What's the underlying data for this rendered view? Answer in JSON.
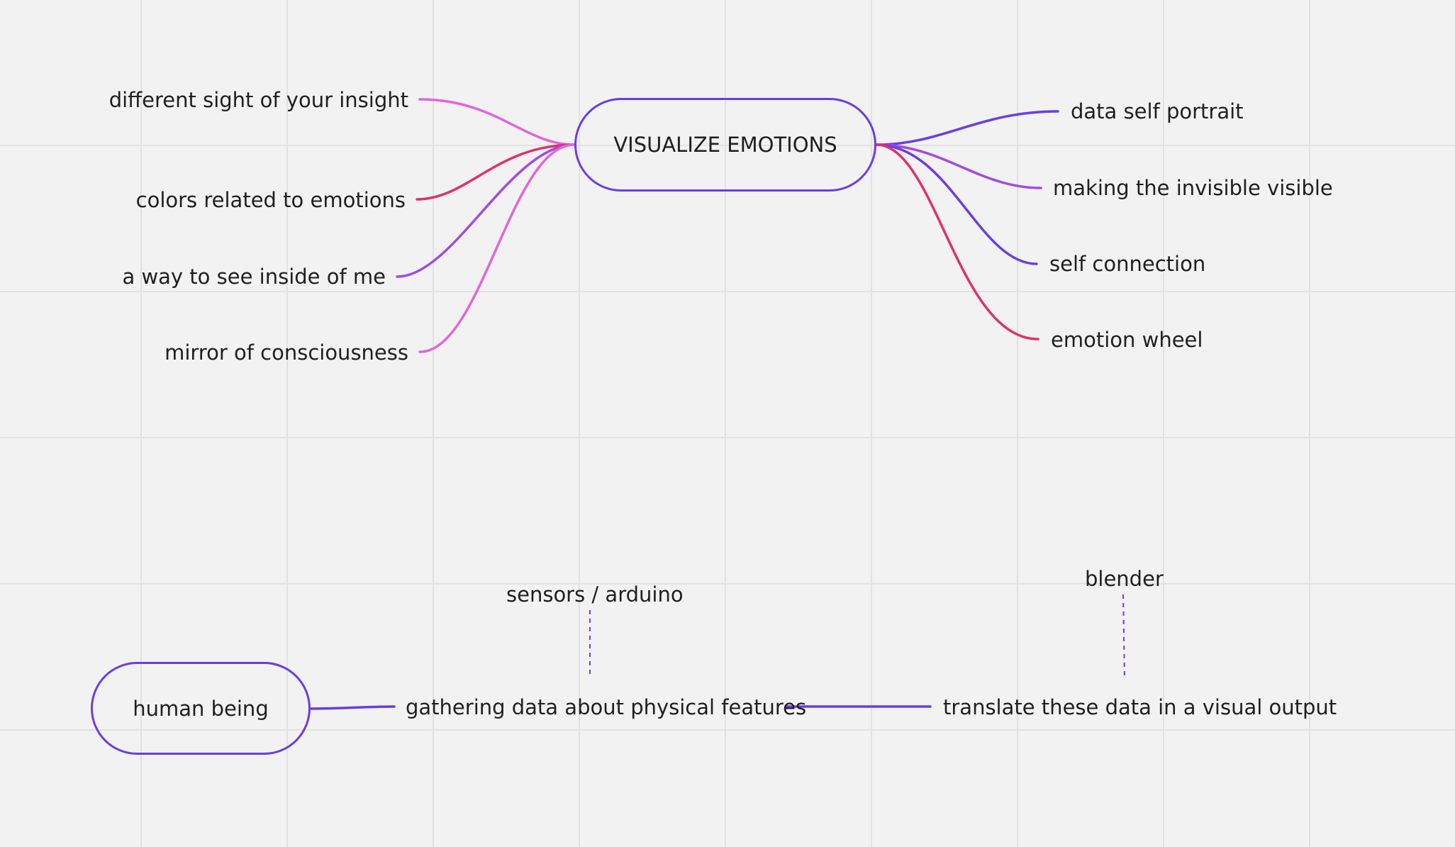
{
  "mindmap": {
    "central_topic": "VISUALIZE EMOTIONS",
    "left_branches": [
      {
        "label": "different sight of your insight",
        "color": "#e066d8"
      },
      {
        "label": "colors related to emotions",
        "color": "#e0306a"
      },
      {
        "label": "a way to see inside of me",
        "color": "#a24be0"
      },
      {
        "label": "mirror of consciousness",
        "color": "#e066d8"
      }
    ],
    "right_branches": [
      {
        "label": "data self portrait",
        "color": "#6a3de4"
      },
      {
        "label": "making the invisible visible",
        "color": "#a24be0"
      },
      {
        "label": "self connection",
        "color": "#6a3de4"
      },
      {
        "label": "emotion wheel",
        "color": "#e0306a"
      }
    ]
  },
  "flow": {
    "start": "human being",
    "step1": "gathering data about physical features",
    "step2": "translate these data in a visual output",
    "note1": "sensors / arduino",
    "note2": "blender",
    "line_color": "#6a3de4"
  }
}
